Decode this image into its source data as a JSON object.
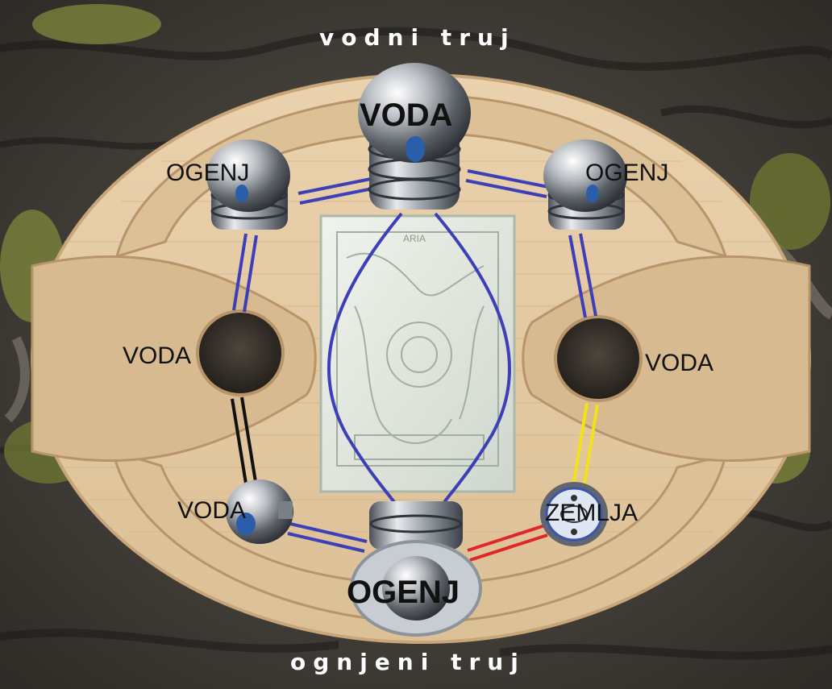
{
  "colors": {
    "bark_dark": "#3e3a34",
    "bark_light": "#8a8478",
    "moss": "#7f8a3c",
    "wood": "#e3c8a2",
    "wood_dark": "#c9a57a",
    "chrome": "#c9ccd0",
    "link_blue": "#3d3fb8",
    "link_black": "#111111",
    "link_yellow": "#f2e21a",
    "link_red": "#e02626",
    "glass": "#e9efe8"
  },
  "flow_labels": {
    "top": "vodni truj",
    "bottom": "ognjeni truj"
  },
  "nodes": {
    "top_center": "VODA",
    "upper_left": "OGENJ",
    "upper_right": "OGENJ",
    "middle_left": "VODA",
    "middle_right": "VODA",
    "lower_left": "VODA",
    "lower_right": "ZEMLJA",
    "bottom_center": "OGENJ"
  },
  "plate_text": "ARIA"
}
